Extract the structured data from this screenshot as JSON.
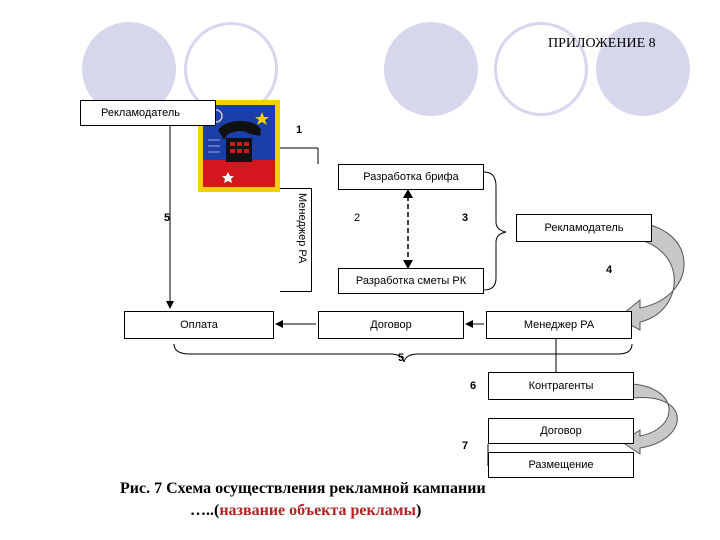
{
  "appendix_label": "ПРИЛОЖЕНИЕ 8",
  "boxes": {
    "advertiser_top": "Рекламодатель",
    "brief": "Разработка брифа",
    "manager_vertical": "Менеджер РА",
    "budget": "Разработка сметы РК",
    "advertiser_right": "Рекламодатель",
    "payment": "Оплата",
    "contract_mid": "Договор",
    "manager_ra": "Менеджер РА",
    "contractors": "Контрагенты",
    "contract_bottom": "Договор",
    "placement": "Размещение"
  },
  "step_numbers": {
    "n1": "1",
    "n2": "2",
    "n3": "3",
    "n4": "4",
    "n5_left": "5",
    "n5_bottom": "5",
    "n6": "6",
    "n7": "7"
  },
  "caption": {
    "line1": "Рис. 7 Схема осуществления рекламной кампании",
    "line2_prefix": "…..(",
    "line2_red": "название объекта рекламы",
    "line2_suffix": ")"
  },
  "colors": {
    "deco_circle": "#d6d6ec",
    "arrow_gray": "#c0c0c0",
    "caption_red": "#b22222"
  },
  "icons": {
    "stamp": "phone-stamp-icon"
  }
}
